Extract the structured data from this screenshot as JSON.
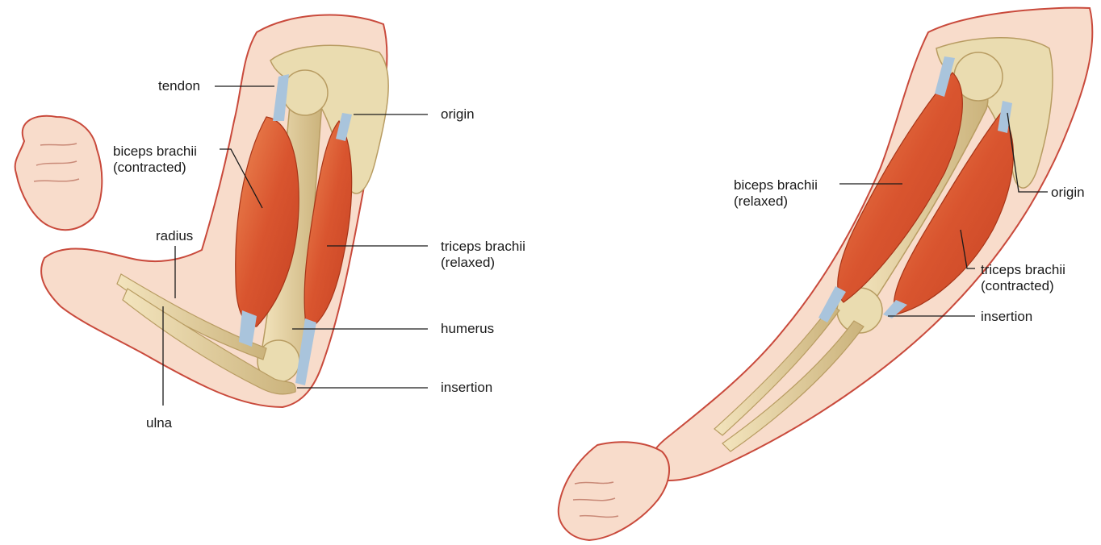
{
  "left_arm": {
    "labels": {
      "tendon": "tendon",
      "origin": "origin",
      "biceps_line1": "biceps brachii",
      "biceps_line2": "(contracted)",
      "radius": "radius",
      "triceps_line1": "triceps brachii",
      "triceps_line2": "(relaxed)",
      "humerus": "humerus",
      "insertion": "insertion",
      "ulna": "ulna"
    }
  },
  "right_arm": {
    "labels": {
      "biceps_line1": "biceps brachii",
      "biceps_line2": "(relaxed)",
      "origin": "origin",
      "triceps_line1": "triceps brachii",
      "triceps_line2": "(contracted)",
      "insertion": "insertion"
    }
  },
  "colors": {
    "skin": "#f8dccb",
    "skin_outline": "#c94a3c",
    "muscle": "#d9552f",
    "muscle_light": "#ee8a55",
    "tendon": "#a9c4dc",
    "bone": "#e8d6a8",
    "bone_shadow": "#c9b27a",
    "leader_line": "#1a1a1a"
  }
}
